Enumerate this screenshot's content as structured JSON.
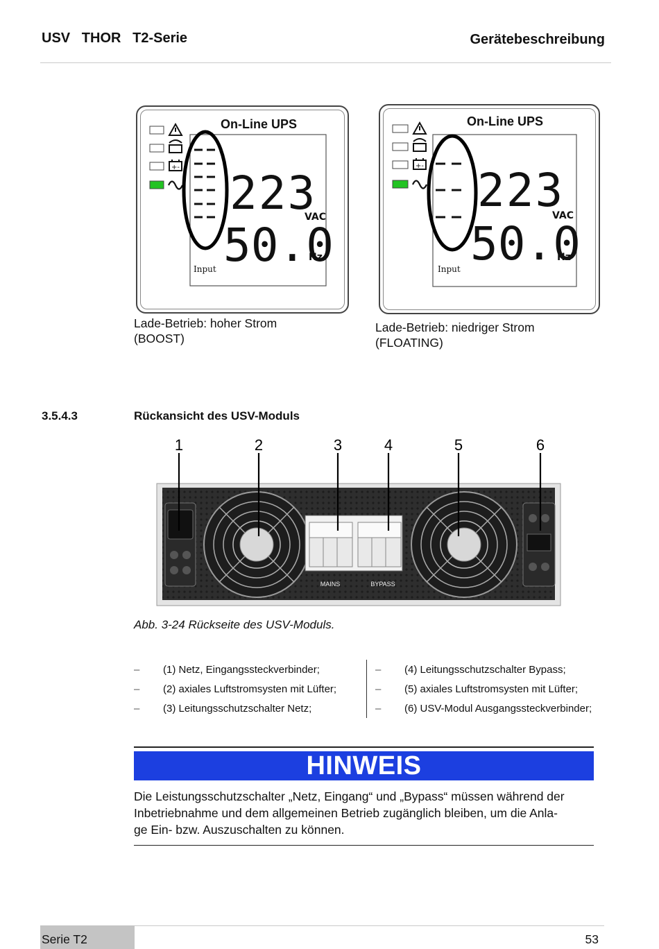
{
  "header": {
    "left_title": "USV   THOR   T2-Serie",
    "right_title": "Gerätebeschreibung"
  },
  "displays": [
    {
      "title": "On-Line  UPS",
      "voltage_digits": "223",
      "voltage_unit": "VAC",
      "frequency_digits": "50.0",
      "frequency_unit": "Hz",
      "mode_label": "Input",
      "caption_line1": "Lade-Betrieb: hoher Strom",
      "caption_line2": "(BOOST)"
    },
    {
      "title": "On-Line  UPS",
      "voltage_digits": "223",
      "voltage_unit": "VAC",
      "frequency_digits": "50.0",
      "frequency_unit": "Hz",
      "mode_label": "Input",
      "caption_line1": "Lade-Betrieb: niedriger Strom",
      "caption_line2": "(FLOATING)"
    }
  ],
  "section": {
    "number": "3.5.4.3",
    "title": "Rückansicht des USV-Moduls"
  },
  "rear_view": {
    "callouts": [
      "1",
      "2",
      "3",
      "4",
      "5",
      "6"
    ],
    "breaker_labels": {
      "mains": "MAINS",
      "bypass": "BYPASS"
    }
  },
  "figure_caption": "Abb. 3-24  Rückseite des USV-Moduls.",
  "legend": {
    "dash": "–",
    "left": [
      " (1) Netz, Eingangssteckverbinder;",
      "(2) axiales Luftstromsysten mit Lüfter;",
      "(3) Leitungsschutzschalter Netz;"
    ],
    "right": [
      "(4) Leitungsschutzschalter Bypass;",
      "(5) axiales Luftstromsysten mit Lüfter;",
      "(6) USV-Modul Ausgangssteckverbinder;"
    ]
  },
  "note": {
    "heading": "HINWEIS",
    "line1": "Die Leistungsschutzschalter „Netz, Eingang“ und „Bypass“ müssen während der",
    "line2": "Inbetriebnahme und dem allgemeinen Betrieb zugänglich bleiben, um die Anla-",
    "line3": "ge Ein- bzw. Auszuschalten zu können.",
    "banner_color": "#1c3fe0"
  },
  "footer": {
    "series_label": "Serie T2",
    "page_number": "53"
  },
  "colors": {
    "active_indicator": "#22c322",
    "highlight_ring": "#000000"
  }
}
